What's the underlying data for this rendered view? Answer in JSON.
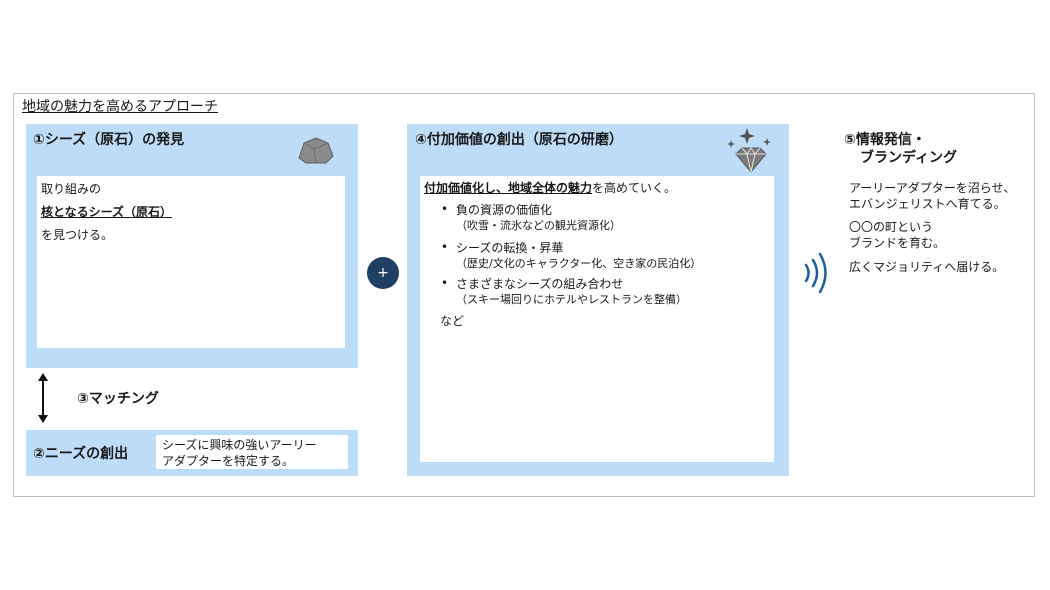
{
  "page": {
    "title": "地域の魅力を高めるアプローチ"
  },
  "box1": {
    "title": "①シーズ（原石）の発見",
    "line1": "取り組みの",
    "line2": "核となるシーズ（原石）",
    "line3": "を見つける。",
    "icon": "rock-icon"
  },
  "matching": {
    "label": "③マッチング",
    "icon": "double-arrow-icon"
  },
  "box2": {
    "title": "②ニーズの創出",
    "text_line1": "シーズに興味の強いアーリー",
    "text_line2": "アダプターを特定する。"
  },
  "plus": {
    "symbol": "+"
  },
  "box4": {
    "title": "④付加価値の創出（原石の研磨）",
    "icon": "diamond-sparkle-icon",
    "intro_bold": "付加価値化し、地域全体の魅力",
    "intro_rest": "を高めていく。",
    "items": [
      {
        "main": "負の資源の価値化",
        "sub": "（吹雪・流氷などの観光資源化）"
      },
      {
        "main": "シーズの転換・昇華",
        "sub": "（歴史/文化のキャラクター化、空き家の民泊化）"
      },
      {
        "main": "さまざまなシーズの組み合わせ",
        "sub": "（スキー場回りにホテルやレストランを整備）"
      }
    ],
    "etc": "など"
  },
  "box5": {
    "title_line1": "⑤情報発信・",
    "title_line2": "ブランディング",
    "icon": "signal-waves-icon",
    "p1_line1": "アーリーアダプターを沼らせ、",
    "p1_line2": "エバンジェリストへ育てる。",
    "p2_line1": "〇〇の町という",
    "p2_line2": "ブランドを育む。",
    "p3": "広くマジョリティへ届ける。"
  },
  "colors": {
    "panel": "#bddcf7",
    "plus_circle": "#1f3f63",
    "signal": "#1f5f9a"
  }
}
